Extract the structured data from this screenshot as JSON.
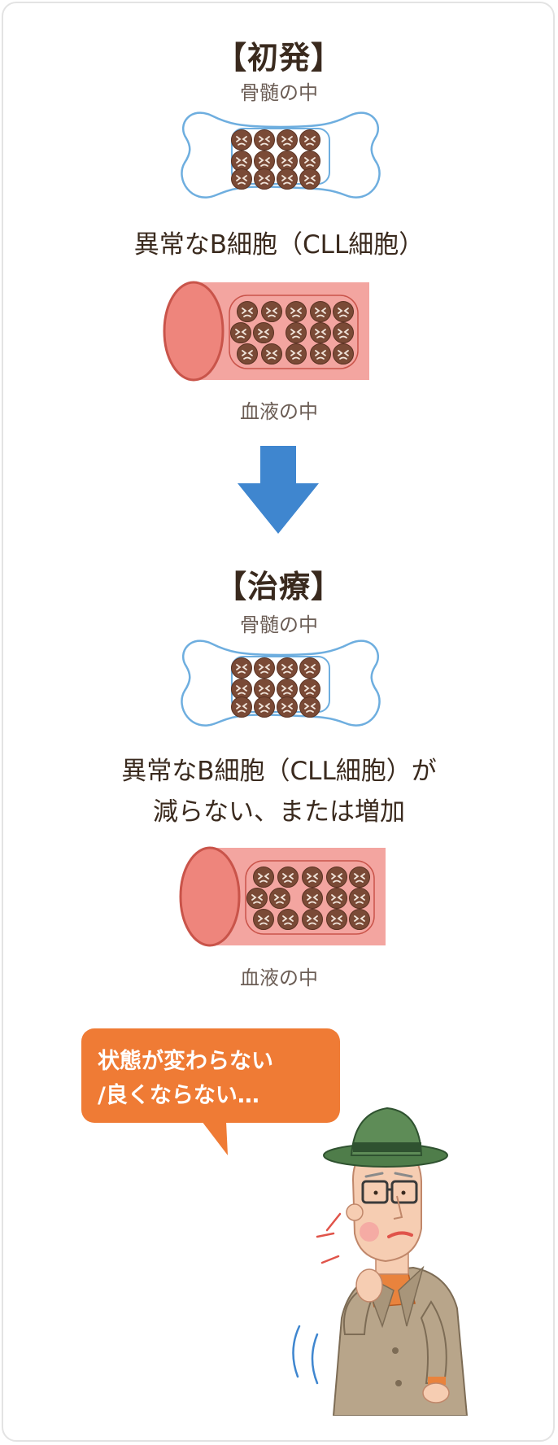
{
  "section1": {
    "heading": "【初発】",
    "bone_label": "骨髄の中",
    "caption": "異常なB細胞（CLL細胞）",
    "blood_label": "血液の中"
  },
  "section2": {
    "heading": "【治療】",
    "bone_label": "骨髄の中",
    "caption_line1": "異常なB細胞（CLL細胞）が",
    "caption_line2": "減らない、または増加",
    "blood_label": "血液の中"
  },
  "speech": {
    "line1": "状態が変わらない",
    "line2": "/良くならない…"
  },
  "colors": {
    "arrow": "#3f86cf",
    "bubble": "#ef7b35",
    "bone_outline": "#6eaedf",
    "vessel": "#f3a5a0",
    "vessel_end": "#ee857c",
    "cell": "#7a4a36",
    "cell_border": "#c05a4a"
  }
}
